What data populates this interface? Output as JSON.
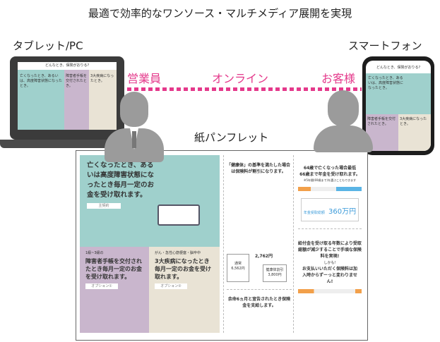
{
  "title": "最適で効率的なワンソース・マルチメディア展開を実現",
  "labels": {
    "tablet": "タブレット/PC",
    "smartphone": "スマートフォン",
    "pamphlet": "紙パンフレット"
  },
  "flow": {
    "sales": "営業員",
    "online": "オンライン",
    "customer": "お客様",
    "accent": "#e4398b"
  },
  "screen": {
    "header": "どんなとき、保険がおりる?",
    "main_text": "亡くなったとき、あるいは、高度障害状態になったとき。",
    "panel2_text": "障害者手帳を交付されたとき。",
    "panel3_text": "3大疾病になったとき。"
  },
  "pamphlet": {
    "main": {
      "headline": "亡くなったとき、あるいは高度障害状態になったとき毎月一定のお金を受け取れます。",
      "tag": "主契約"
    },
    "opt1": {
      "sub": "1級~3級の",
      "headline": "障害者手帳を交付されたとき毎月一定のお金を受け取れます。",
      "tag": "オプション①"
    },
    "opt2": {
      "sub": "がん・急性心筋梗塞・脳卒中",
      "headline": "3大疾病になったとき毎月一定のお金を受け取れます。",
      "tag": "オプション②"
    },
    "health": {
      "text": "「健康体」の基準を満たした場合は保険料が割引になります。",
      "normal_label": "通常",
      "normal": "6,562円",
      "saving": "2,762円",
      "healthy_label": "健康体割引",
      "healthy": "3,800円"
    },
    "living": {
      "text": "余命6ヵ月と宣告されたとき保険金を支給します。"
    },
    "pension": {
      "text1": "64歳で亡くなった場合最低",
      "text2": "66歳まで年金を受け取れます。",
      "note": "※5年間(69歳まで)を選ぶこともできます",
      "total_label": "年金受取総額",
      "total": "360万円"
    },
    "low_cost": {
      "text": "給付金を受け取る年数により受取総額が減少することで手頃な保険料を実現!",
      "sub": "しかも!",
      "text2": "お支払いいただく保険料は加入時からずーっと変わりません!"
    }
  }
}
